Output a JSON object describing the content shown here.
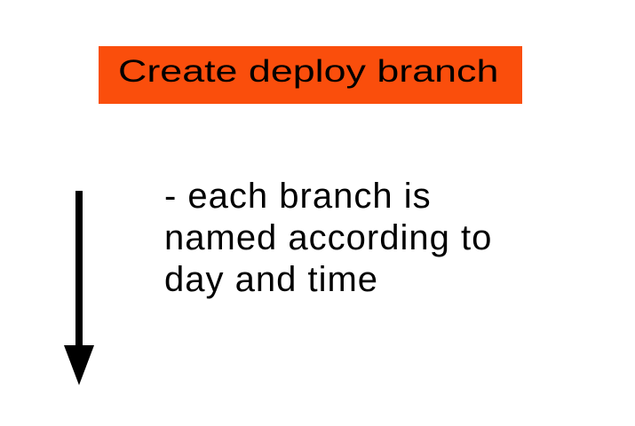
{
  "slide": {
    "background_color": "#FFFFFF",
    "step_box": {
      "label": "Create deploy branch",
      "bg_color": "#FA4E0C",
      "text_color": "#000000"
    },
    "arrow": {
      "direction": "down",
      "color": "#000000"
    },
    "note": {
      "lines": [
        "- each branch is",
        "named according to",
        "day and time"
      ]
    }
  }
}
